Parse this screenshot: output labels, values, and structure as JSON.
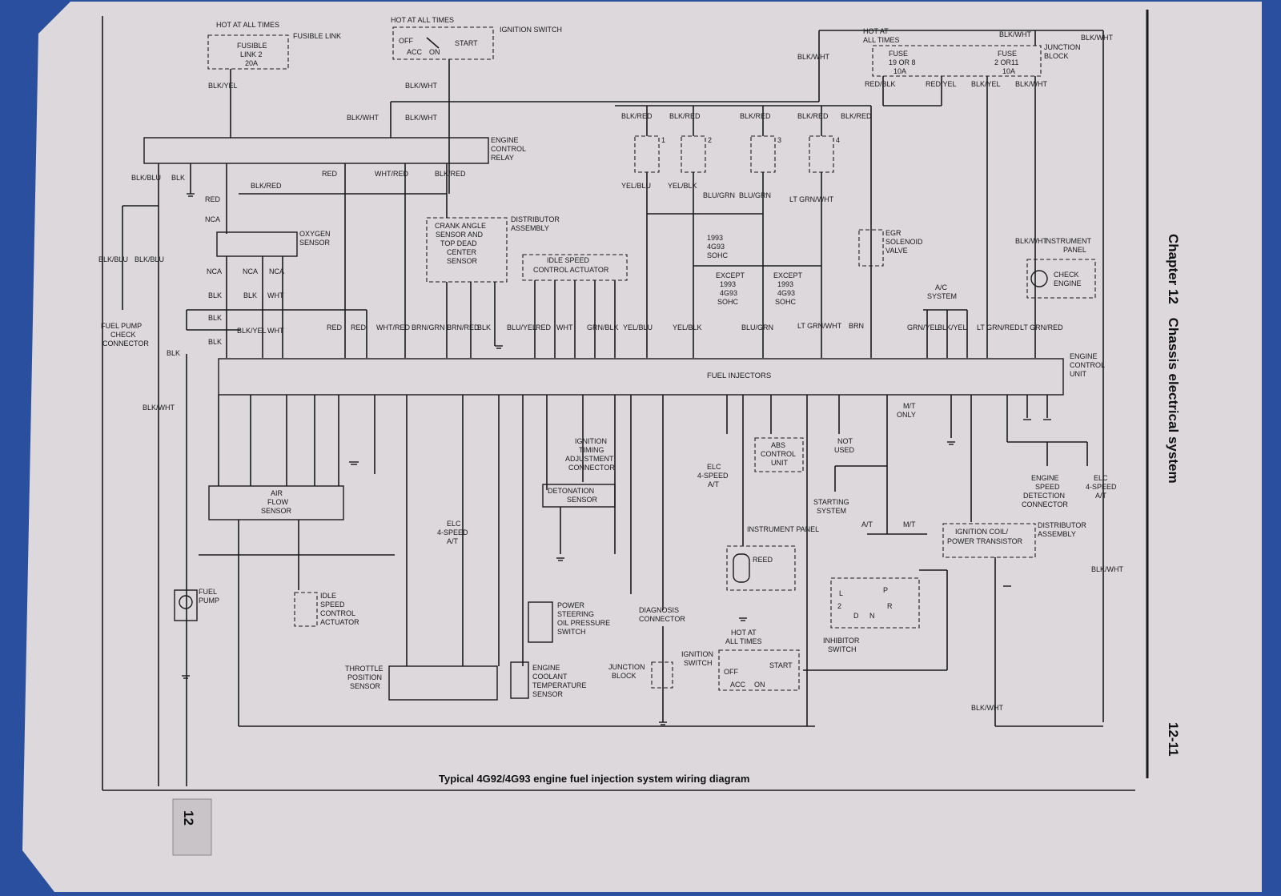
{
  "page": {
    "caption": "Typical 4G92/4G93 engine fuel injection system wiring diagram",
    "chapter": "Chapter 12",
    "chapter_title": "Chassis electrical system",
    "page_number": "12-11",
    "tab_number": "12"
  },
  "components": {
    "fusible_link": [
      "FUSIBLE",
      "LINK 2",
      "20A"
    ],
    "fusible_link_tag": "FUSIBLE LINK",
    "hot_at_all_times": "HOT AT ALL TIMES",
    "hot_at_all_times_stack": [
      "HOT AT",
      "ALL TIMES"
    ],
    "ignition_switch": "IGNITION SWITCH",
    "ignition_switch_stack": [
      "IGNITION",
      "SWITCH"
    ],
    "sw_off": "OFF",
    "sw_acc": "ACC",
    "sw_on": "ON",
    "sw_start": "START",
    "engine_control_relay": [
      "ENGINE",
      "CONTROL",
      "RELAY"
    ],
    "oxygen_sensor": [
      "OXYGEN",
      "SENSOR"
    ],
    "crank_angle_sensor": [
      "CRANK ANGLE",
      "SENSOR AND",
      "TOP DEAD",
      "CENTER",
      "SENSOR"
    ],
    "distributor_assembly": [
      "DISTRIBUTOR",
      "ASSEMBLY"
    ],
    "idle_speed_control_actuator": [
      "IDLE SPEED",
      "CONTROL ACTUATOR"
    ],
    "idle_speed_control_actuator_lower": [
      "IDLE",
      "SPEED",
      "CONTROL",
      "ACTUATOR"
    ],
    "fuel_pump_check_connector": [
      "FUEL PUMP",
      "CHECK",
      "CONNECTOR"
    ],
    "fuel_injectors": "FUEL INJECTORS",
    "engine_control_unit": [
      "ENGINE",
      "CONTROL",
      "UNIT"
    ],
    "egr_solenoid_valve": [
      "EGR",
      "SOLENOID",
      "VALVE"
    ],
    "instrument_panel": [
      "INSTRUMENT",
      "PANEL"
    ],
    "instrument_panel_inline": "INSTRUMENT PANEL",
    "check_engine": [
      "CHECK",
      "ENGINE"
    ],
    "ac_system": [
      "A/C",
      "SYSTEM"
    ],
    "fuse_19_or_8": [
      "FUSE",
      "19 OR 8",
      "10A"
    ],
    "fuse_2_or_11": [
      "FUSE",
      "2 OR11",
      "10A"
    ],
    "junction_block": [
      "JUNCTION",
      "BLOCK"
    ],
    "junction_block_lower": [
      "JUNCTION",
      "BLOCK"
    ],
    "air_flow_sensor": [
      "AIR",
      "FLOW",
      "SENSOR"
    ],
    "fuel_pump": [
      "FUEL",
      "PUMP"
    ],
    "ignition_timing_connector": [
      "IGNITION",
      "TIMING",
      "ADJUSTMENT",
      "CONNECTOR"
    ],
    "detonation_sensor": [
      "DETONATION",
      "SENSOR"
    ],
    "elc_4speed_at": [
      "ELC",
      "4-SPEED",
      "A/T"
    ],
    "power_steering_switch": [
      "POWER",
      "STEERING",
      "OIL PRESSURE",
      "SWITCH"
    ],
    "diagnosis_connector": [
      "DIAGNOSIS",
      "CONNECTOR"
    ],
    "throttle_position_sensor": [
      "THROTTLE",
      "POSITION",
      "SENSOR"
    ],
    "engine_coolant_temp_sensor": [
      "ENGINE",
      "COOLANT",
      "TEMPERATURE",
      "SENSOR"
    ],
    "abs_control_unit": [
      "ABS",
      "CONTROL",
      "UNIT"
    ],
    "reed": "REED",
    "not_used": [
      "NOT",
      "USED"
    ],
    "starting_system": [
      "STARTING",
      "SYSTEM"
    ],
    "inhibitor_switch": [
      "INHIBITOR",
      "SWITCH"
    ],
    "ignition_coil": [
      "IGNITION COIL/",
      "POWER TRANSISTOR"
    ],
    "engine_speed_connector": [
      "ENGINE",
      "SPEED",
      "DETECTION",
      "CONNECTOR"
    ],
    "mt_only": [
      "M/T",
      "ONLY"
    ],
    "at": "A/T",
    "mt": "M/T",
    "model_1993": [
      "1993",
      "4G93",
      "SOHC"
    ],
    "except_1993": [
      "EXCEPT",
      "1993",
      "4G93",
      "SOHC"
    ],
    "inj_numbers": [
      "1",
      "2",
      "3",
      "4"
    ],
    "inhibitor_positions": [
      "L",
      "P",
      "2",
      "R",
      "D",
      "N"
    ]
  },
  "wire_labels": [
    "BLK/YEL",
    "BLK/WHT",
    "BLK/WHT",
    "BLK/WHT",
    "BLK/BLU",
    "BLK",
    "RED",
    "WHT/RED",
    "BLK/RED",
    "BLK/RED",
    "RED",
    "NCA",
    "BLK/BLU",
    "BLK/BLU",
    "NCA",
    "NCA",
    "NCA",
    "BLK",
    "BLK",
    "WHT",
    "BLK",
    "BLK/YEL",
    "WHT",
    "RED",
    "RED",
    "WHT/RED",
    "BRN/GRN",
    "BRN/RED",
    "BLK",
    "BLU/YEL",
    "RED",
    "WHT",
    "GRN/BLK",
    "YEL/BLU",
    "YEL/BLK",
    "BLU/GRN",
    "LT GRN/WHT",
    "BRN",
    "BLK/WHT",
    "GRN/YEL",
    "BLK/YEL",
    "LT GRN/RED",
    "BLK/WHT",
    "BLK/WHT",
    "BLK/RED",
    "BLK/RED",
    "BLK/RED",
    "BLK/RED",
    "BLK/RED",
    "YEL/BLU",
    "YEL/BLK",
    "BLU/GRN",
    "BLU/GRN",
    "LT GRN/WHT",
    "RED/BLK",
    "RED/YEL",
    "BLK/YEL",
    "BLK/WHT",
    "BLK/WHT",
    "BLK/WHT",
    "BLK"
  ]
}
